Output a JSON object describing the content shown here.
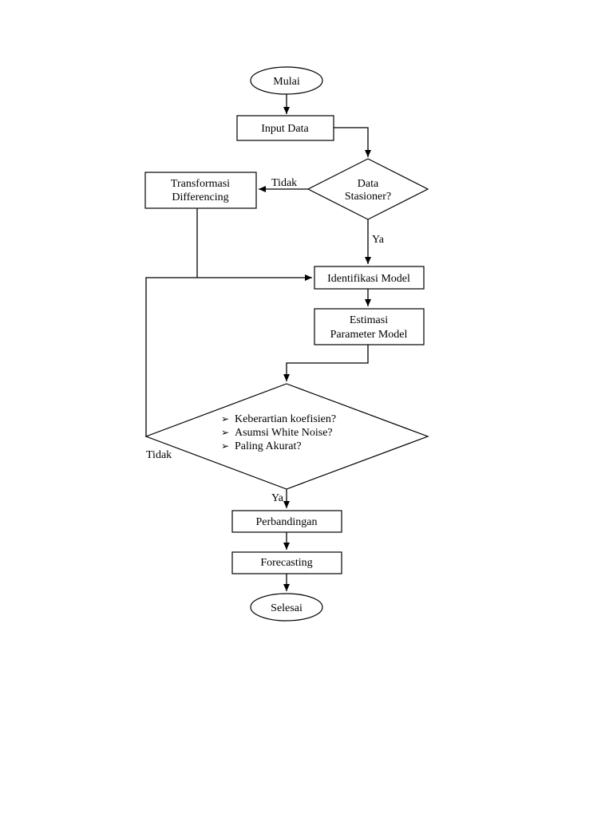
{
  "nodes": {
    "start": "Mulai",
    "input": "Input Data",
    "decision_stationary": {
      "line1": "Data",
      "line2": "Stasioner?"
    },
    "transform": {
      "line1": "Transformasi",
      "line2": "Differencing"
    },
    "identify": "Identifikasi Model",
    "estimate": {
      "line1": "Estimasi",
      "line2": "Parameter Model"
    },
    "check": {
      "bullet": "➢",
      "items": [
        "Keberartian koefisien?",
        "Asumsi White Noise?",
        "Paling Akurat?"
      ]
    },
    "compare": "Perbandingan",
    "forecast": "Forecasting",
    "end": "Selesai"
  },
  "edge_labels": {
    "stationary_no": "Tidak",
    "stationary_yes": "Ya",
    "check_no": "Tidak",
    "check_yes": "Ya"
  }
}
